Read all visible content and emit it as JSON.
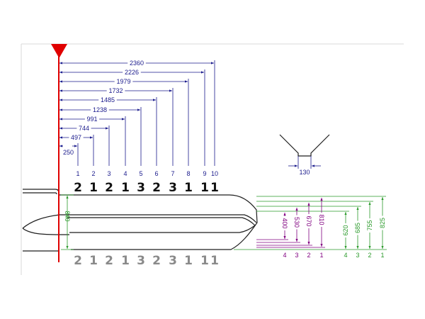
{
  "colors": {
    "datum": "#e00000",
    "dim_blue": "#1a1a8c",
    "dim_green": "#2a9a2a",
    "dim_purple": "#800080",
    "profile": "#1e1e1e",
    "top_digits": "#111111",
    "bottom_digits": "#8a8a8a"
  },
  "horizontal_dims": [
    2360,
    2226,
    1979,
    1732,
    1485,
    1238,
    991,
    744,
    497,
    250
  ],
  "position_labels": [
    "1",
    "2",
    "3",
    "4",
    "5",
    "6",
    "7",
    "8",
    "9",
    "10"
  ],
  "top_digits": [
    "2",
    "1",
    "2",
    "1",
    "3",
    "2",
    "3",
    "1",
    "1",
    "1"
  ],
  "bottom_digits": [
    "2",
    "1",
    "2",
    "1",
    "3",
    "2",
    "3",
    "1",
    "1",
    "1"
  ],
  "height_dim": "840",
  "groove_dim": "130",
  "purple_dims": [
    "400",
    "530",
    "670",
    "810"
  ],
  "purple_labels": [
    "4",
    "3",
    "2",
    "1"
  ],
  "green_dims": [
    "620",
    "685",
    "755",
    "825"
  ],
  "green_labels": [
    "4",
    "3",
    "2",
    "1"
  ]
}
